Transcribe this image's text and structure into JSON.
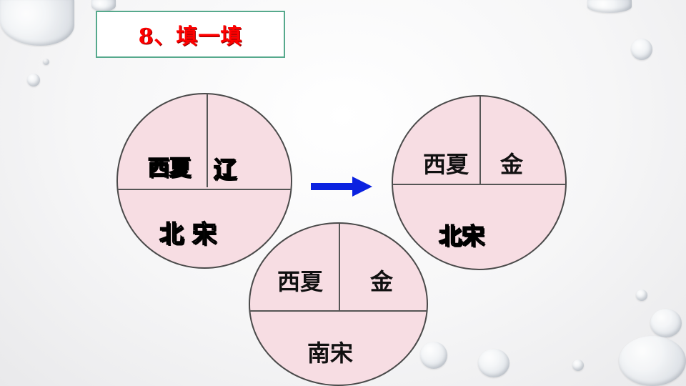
{
  "title": "8、填一填",
  "circle_left": {
    "top_left": "西夏",
    "top_right": "辽",
    "bottom": "北  宋"
  },
  "circle_right": {
    "top_left": "西夏",
    "top_right": "金",
    "bottom": "北宋"
  },
  "circle_bottom": {
    "top_left": "西夏",
    "top_right": "金",
    "bottom": "南宋"
  },
  "colors": {
    "title_red": "#ff0000",
    "title_border": "#56a98c",
    "circle_fill": "#f7dde3",
    "arrow_blue": "#0b22e0"
  },
  "icons": [
    "right-arrow-icon",
    "water-drop"
  ]
}
